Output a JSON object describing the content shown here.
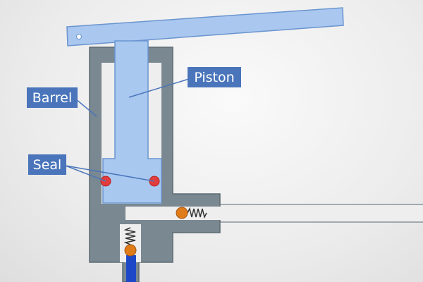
{
  "diagram": {
    "labels": {
      "piston": "Piston",
      "barrel": "Barrel",
      "seal": "Seal"
    },
    "colors": {
      "background": "#e9e9e9",
      "barrel_body": "#7a8891",
      "barrel_outline": "#5d6a72",
      "cavity": "#eeeeee",
      "piston_fill": "#a8c8f0",
      "piston_outline": "#6a95cf",
      "lever_fill": "#a9c7ef",
      "seal_red": "#e23c3c",
      "valve_ball_orange": "#e07b1a",
      "spring": "#333333",
      "inlet_pipe_blue": "#1c48c8",
      "label_box": "#4a75bb",
      "label_text": "#ffffff",
      "leader_line": "#4a75bb"
    }
  }
}
